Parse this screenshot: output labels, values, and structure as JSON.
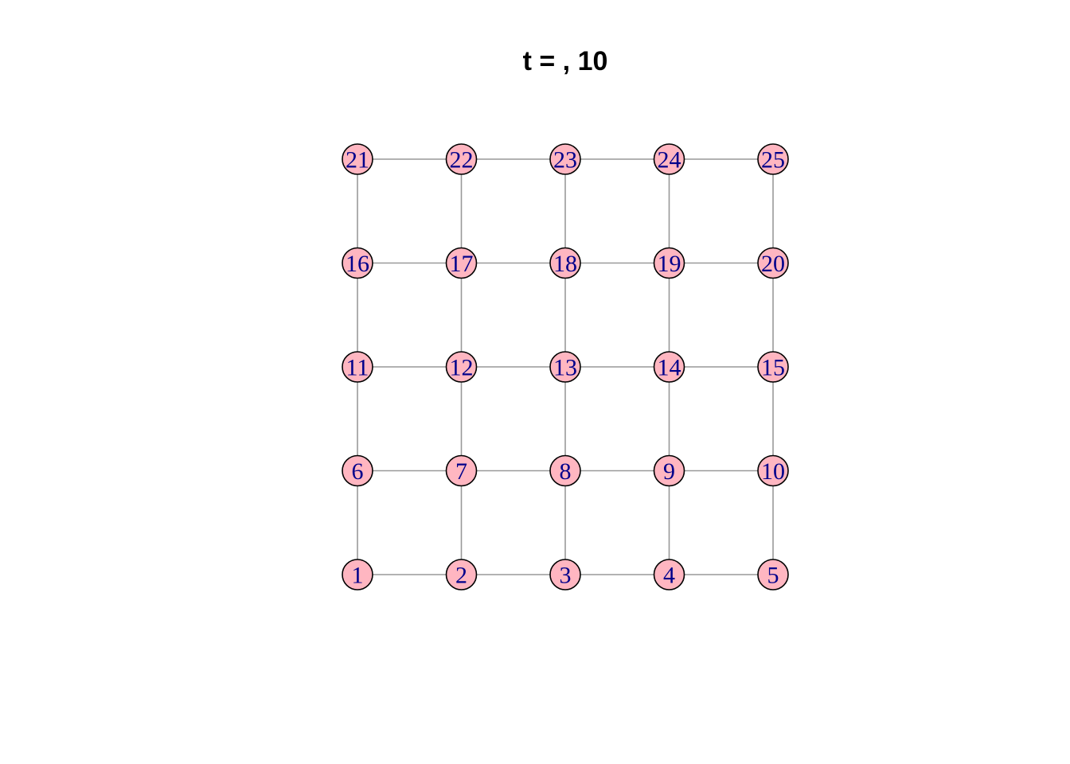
{
  "title": "t = , 10",
  "colors": {
    "node_fill": "#FFB6C1",
    "node_stroke": "#000000",
    "node_label": "#00008B",
    "edge": "#999999",
    "background": "#FFFFFF"
  },
  "graph": {
    "layout": "grid",
    "rows": 5,
    "columns": 5,
    "nodes": [
      {
        "id": 1,
        "label": "1",
        "row": 0,
        "col": 0
      },
      {
        "id": 2,
        "label": "2",
        "row": 0,
        "col": 1
      },
      {
        "id": 3,
        "label": "3",
        "row": 0,
        "col": 2
      },
      {
        "id": 4,
        "label": "4",
        "row": 0,
        "col": 3
      },
      {
        "id": 5,
        "label": "5",
        "row": 0,
        "col": 4
      },
      {
        "id": 6,
        "label": "6",
        "row": 1,
        "col": 0
      },
      {
        "id": 7,
        "label": "7",
        "row": 1,
        "col": 1
      },
      {
        "id": 8,
        "label": "8",
        "row": 1,
        "col": 2
      },
      {
        "id": 9,
        "label": "9",
        "row": 1,
        "col": 3
      },
      {
        "id": 10,
        "label": "10",
        "row": 1,
        "col": 4
      },
      {
        "id": 11,
        "label": "11",
        "row": 2,
        "col": 0
      },
      {
        "id": 12,
        "label": "12",
        "row": 2,
        "col": 1
      },
      {
        "id": 13,
        "label": "13",
        "row": 2,
        "col": 2
      },
      {
        "id": 14,
        "label": "14",
        "row": 2,
        "col": 3
      },
      {
        "id": 15,
        "label": "15",
        "row": 2,
        "col": 4
      },
      {
        "id": 16,
        "label": "16",
        "row": 3,
        "col": 0
      },
      {
        "id": 17,
        "label": "17",
        "row": 3,
        "col": 1
      },
      {
        "id": 18,
        "label": "18",
        "row": 3,
        "col": 2
      },
      {
        "id": 19,
        "label": "19",
        "row": 3,
        "col": 3
      },
      {
        "id": 20,
        "label": "20",
        "row": 3,
        "col": 4
      },
      {
        "id": 21,
        "label": "21",
        "row": 4,
        "col": 0
      },
      {
        "id": 22,
        "label": "22",
        "row": 4,
        "col": 1
      },
      {
        "id": 23,
        "label": "23",
        "row": 4,
        "col": 2
      },
      {
        "id": 24,
        "label": "24",
        "row": 4,
        "col": 3
      },
      {
        "id": 25,
        "label": "25",
        "row": 4,
        "col": 4
      }
    ],
    "edges": [
      [
        1,
        2
      ],
      [
        2,
        3
      ],
      [
        3,
        4
      ],
      [
        4,
        5
      ],
      [
        6,
        7
      ],
      [
        7,
        8
      ],
      [
        8,
        9
      ],
      [
        9,
        10
      ],
      [
        11,
        12
      ],
      [
        12,
        13
      ],
      [
        13,
        14
      ],
      [
        14,
        15
      ],
      [
        16,
        17
      ],
      [
        17,
        18
      ],
      [
        18,
        19
      ],
      [
        19,
        20
      ],
      [
        21,
        22
      ],
      [
        22,
        23
      ],
      [
        23,
        24
      ],
      [
        24,
        25
      ],
      [
        1,
        6
      ],
      [
        6,
        11
      ],
      [
        11,
        16
      ],
      [
        16,
        21
      ],
      [
        2,
        7
      ],
      [
        7,
        12
      ],
      [
        12,
        17
      ],
      [
        17,
        22
      ],
      [
        3,
        8
      ],
      [
        8,
        13
      ],
      [
        13,
        18
      ],
      [
        18,
        23
      ],
      [
        4,
        9
      ],
      [
        9,
        14
      ],
      [
        14,
        19
      ],
      [
        19,
        24
      ],
      [
        5,
        10
      ],
      [
        10,
        15
      ],
      [
        15,
        20
      ],
      [
        20,
        25
      ]
    ]
  }
}
